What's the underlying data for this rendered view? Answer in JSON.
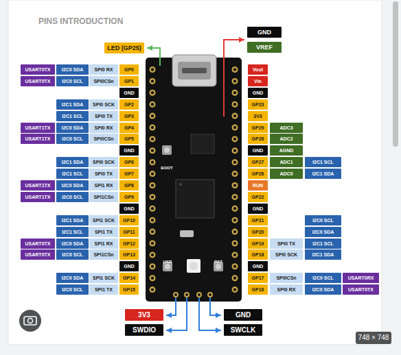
{
  "diagram": {
    "title": "PINS INTRODUCTION",
    "nodes": [
      {
        "text": [
          "GND"
        ]
      },
      {
        "text": [
          "LED (GP25)"
        ]
      },
      {
        "text": [
          "VREF"
        ]
      },
      {
        "text": [
          "USART0TX"
        ]
      },
      {
        "text": [
          "I2C0 SDA"
        ]
      },
      {
        "text": [
          "SPI0 RX"
        ]
      },
      {
        "text": [
          "GP0"
        ]
      },
      {
        "text": [
          "Vout"
        ]
      },
      {
        "text": [
          "USART0TX"
        ]
      },
      {
        "text": [
          "I2C0 SCL"
        ]
      },
      {
        "text": [
          "SPI0CSn"
        ]
      },
      {
        "text": [
          "GP1"
        ]
      },
      {
        "text": [
          "Vin"
        ]
      },
      {
        "text": [
          "GND"
        ]
      },
      {
        "text": [
          "GND"
        ]
      },
      {
        "text": [
          "I2C1 SDA"
        ]
      },
      {
        "text": [
          "SPI0 SCK"
        ]
      },
      {
        "text": [
          "GP2"
        ]
      },
      {
        "text": [
          "GP23"
        ]
      },
      {
        "text": [
          "I2C1 SCL"
        ]
      },
      {
        "text": [
          "SPI0 TX"
        ]
      },
      {
        "text": [
          "GP3"
        ]
      },
      {
        "text": [
          "3V3"
        ]
      },
      {
        "text": [
          "USART1TX"
        ]
      },
      {
        "text": [
          "I2C0 SDA"
        ]
      },
      {
        "text": [
          "SPI0 RX"
        ]
      },
      {
        "text": [
          "GP4"
        ]
      },
      {
        "text": [
          "GP29"
        ]
      },
      {
        "text": [
          "ADC3"
        ]
      },
      {
        "text": [
          "USART1TX"
        ]
      },
      {
        "text": [
          "I2C0 SCL"
        ]
      },
      {
        "text": [
          "SPI0CSn"
        ]
      },
      {
        "text": [
          "GP5"
        ]
      },
      {
        "text": [
          "GP28"
        ]
      },
      {
        "text": [
          "ADC2"
        ]
      },
      {
        "text": [
          "GND"
        ]
      },
      {
        "text": [
          "GND"
        ]
      },
      {
        "text": [
          "AGND"
        ]
      },
      {
        "text": [
          "I2C1 SDA"
        ]
      },
      {
        "text": [
          "SPI0 SCK"
        ]
      },
      {
        "text": [
          "GP6"
        ]
      },
      {
        "text": [
          "GP27"
        ]
      },
      {
        "text": [
          "ADC1"
        ]
      },
      {
        "text": [
          "I2C1 SCL"
        ]
      },
      {
        "text": [
          "I2C1 SCL"
        ]
      },
      {
        "text": [
          "SPI0 TX"
        ]
      },
      {
        "text": [
          "GP7"
        ]
      },
      {
        "text": [
          "GP26"
        ]
      },
      {
        "text": [
          "ADC0"
        ]
      },
      {
        "text": [
          "I2C1 SDA"
        ]
      },
      {
        "text": [
          "USART1TX"
        ]
      },
      {
        "text": [
          "I2C0 SDA"
        ]
      },
      {
        "text": [
          "SPI1 RX"
        ]
      },
      {
        "text": [
          "GP8"
        ]
      },
      {
        "text": [
          "RUN"
        ]
      },
      {
        "text": [
          "USART1TX"
        ]
      },
      {
        "text": [
          "I2C0 SCL"
        ]
      },
      {
        "text": [
          "SPI1CSn"
        ]
      },
      {
        "text": [
          "GP9"
        ]
      },
      {
        "text": [
          "GP22"
        ]
      },
      {
        "text": [
          "GND"
        ]
      },
      {
        "text": [
          "GND"
        ]
      },
      {
        "text": [
          "I2C1 SDA"
        ]
      },
      {
        "text": [
          "SPI1 SCK"
        ]
      },
      {
        "text": [
          "GP10"
        ]
      },
      {
        "text": [
          "GP21"
        ]
      },
      {
        "text": [
          "I2C0 SCL"
        ]
      },
      {
        "text": [
          "I2C1 SCL"
        ]
      },
      {
        "text": [
          "SPI1 TX"
        ]
      },
      {
        "text": [
          "GP11"
        ]
      },
      {
        "text": [
          "GP20"
        ]
      },
      {
        "text": [
          "I2C0 SDA"
        ]
      },
      {
        "text": [
          "USART0TX"
        ]
      },
      {
        "text": [
          "I2C0 SDA"
        ]
      },
      {
        "text": [
          "SPI1 RX"
        ]
      },
      {
        "text": [
          "GP12"
        ]
      },
      {
        "text": [
          "GP19"
        ]
      },
      {
        "text": [
          "SPI0 TX"
        ]
      },
      {
        "text": [
          "I2C1 SCL"
        ]
      },
      {
        "text": [
          "USART0TX"
        ]
      },
      {
        "text": [
          "I2C0 SCL"
        ]
      },
      {
        "text": [
          "SPI1CSn"
        ]
      },
      {
        "text": [
          "GP13"
        ]
      },
      {
        "text": [
          "GP18"
        ]
      },
      {
        "text": [
          "SPI0 SCK"
        ]
      },
      {
        "text": [
          "I2C1 SDA"
        ]
      },
      {
        "text": [
          "GND"
        ]
      },
      {
        "text": [
          "GND"
        ]
      },
      {
        "text": [
          "I2C0 SDA"
        ]
      },
      {
        "text": [
          "SPI1 SCK"
        ]
      },
      {
        "text": [
          "GP14"
        ]
      },
      {
        "text": [
          "GP17"
        ]
      },
      {
        "text": [
          "SPI0CSn"
        ]
      },
      {
        "text": [
          "I2C0 SCL"
        ]
      },
      {
        "text": [
          "USART0RX"
        ]
      },
      {
        "text": [
          "I2C0 SCL"
        ]
      },
      {
        "text": [
          "SPI1 TX"
        ]
      },
      {
        "text": [
          "GP15"
        ]
      },
      {
        "text": [
          "GP16"
        ]
      },
      {
        "text": [
          "SPI0 RX"
        ]
      },
      {
        "text": [
          "I2C0 SDA"
        ]
      },
      {
        "text": [
          "USART0TX"
        ]
      },
      {
        "text": [
          "3V3"
        ]
      },
      {
        "text": [
          "GND"
        ]
      },
      {
        "text": [
          "SWDIO"
        ]
      },
      {
        "text": [
          "SWCLK"
        ]
      },
      {
        "text": [
          "748 × 748"
        ]
      }
    ],
    "labels": [
      "BOOT",
      "USR",
      "RST"
    ]
  }
}
